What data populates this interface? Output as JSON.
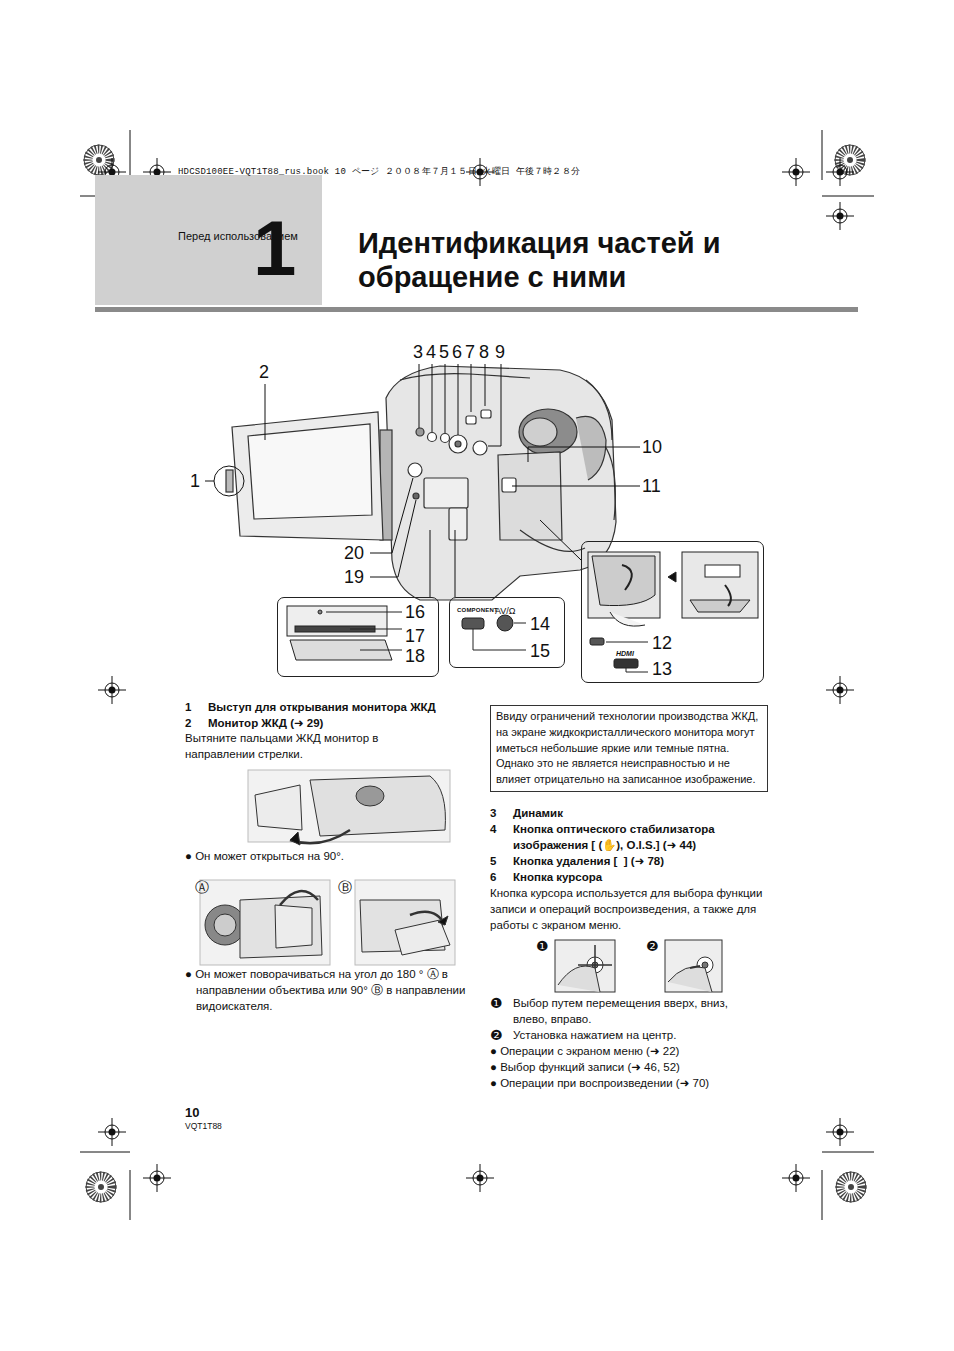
{
  "diagram": {
    "title": "Идентификация частей и обращение с ними",
    "nodes": [
      {
        "text": [
          "Перед использованием",
          "1"
        ]
      },
      {
        "text": [
          "Ввиду ограничений технологии производства ЖКД, на экране жидкокристаллического монитора могут иметься небольшие яркие или темные пятна. Однако это не является неисправностью и не влияет отрицательно на записанное изображение."
        ]
      },
      {
        "text": [
          "16",
          "17",
          "18"
        ]
      },
      {
        "text": [
          "COMPONENT",
          "AV/Ω",
          "14",
          "15"
        ]
      },
      {
        "text": [
          "HDMI",
          "12",
          "13"
        ]
      }
    ],
    "labels": [
      "HDCSD100EE-VQT1T88_rus.book  10 ページ  ２００８年７月１５日  火曜日  午後７時２８分",
      "3",
      "4",
      "5",
      "6",
      "7",
      "8",
      "9",
      "2",
      "1",
      "10",
      "11",
      "20",
      "19",
      "1",
      "Выступ для открывания монитора ЖКД",
      "2",
      "Монитор ЖКД (➜ 29)",
      "Вытяните пальцами ЖКД монитор в направлении стрелки.",
      "● Он может открыться на 90°.",
      "Ⓐ",
      "Ⓑ",
      "● Он может поворачиваться на угол до 180 ° Ⓐ в направлении объектива или 90° Ⓑ в направлении видоискателя.",
      "3",
      "Динамик",
      "4",
      "Кнопка оптического стабилизатора изображения [ (✋), O.I.S.] (➜ 44)",
      "5",
      "Кнопка удаления [  ] (➜ 78)",
      "6",
      "Кнопка курсора",
      "Кнопка курсора используется для выбора функции записи и операций воспроизведения, а также для работы с экраном меню.",
      "❶",
      "❷",
      "❶",
      "Выбор путем перемещения вверх, вниз, влево, вправо.",
      "❷",
      "Установка нажатием на центр.",
      "● Операции с экраном меню (➜ 22)",
      "● Выбор функций записи (➜ 46, 52)",
      "● Операции при воспроизведении (➜ 70)",
      "10",
      "VQT1T88"
    ]
  }
}
